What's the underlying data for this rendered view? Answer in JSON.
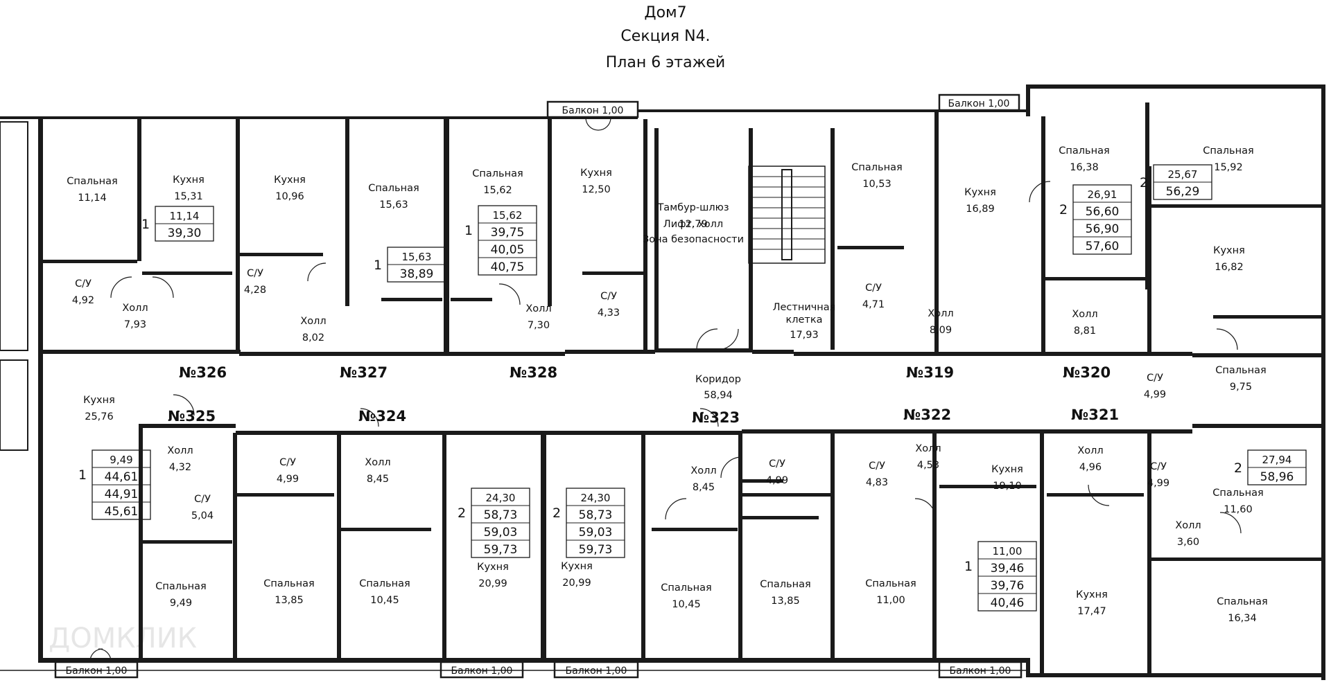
{
  "header": {
    "house": "Дом7",
    "section": "Секция N4.",
    "plan": "План 6 этажей"
  },
  "corridor": {
    "name": "Коридор",
    "area": "58,94"
  },
  "watermark": "ДОМКЛИК",
  "rooms": [
    {
      "name": "Спальная",
      "area": "11,14"
    },
    {
      "name": "Кухня",
      "area": "15,31"
    },
    {
      "name": "С/У",
      "area": "4,92"
    },
    {
      "name": "Холл",
      "area": "7,93"
    },
    {
      "name": "Кухня",
      "area": "10,96"
    },
    {
      "name": "С/У",
      "area": "4,28"
    },
    {
      "name": "Холл",
      "area": "8,02"
    },
    {
      "name": "Спальная",
      "area": "15,63"
    },
    {
      "name": "Спальная",
      "area": "15,62"
    },
    {
      "name": "Холл",
      "area": "7,30"
    },
    {
      "name": "Кухня",
      "area": "12,50"
    },
    {
      "name": "С/У",
      "area": "4,33"
    },
    {
      "name": "Тамбур-шлюз",
      "area": "12,79"
    },
    {
      "name": "Лестничная клетка",
      "area": "17,93"
    },
    {
      "name": "Спальная",
      "area": "10,53"
    },
    {
      "name": "С/У",
      "area": "4,71"
    },
    {
      "name": "Кухня",
      "area": "16,89"
    },
    {
      "name": "Холл",
      "area": "8,09"
    },
    {
      "name": "Спальная",
      "area": "16,38"
    },
    {
      "name": "Холл",
      "area": "8,81"
    },
    {
      "name": "Спальная",
      "area": "15,92"
    },
    {
      "name": "Кухня",
      "area": "16,82"
    },
    {
      "name": "С/У",
      "area": "4,99"
    },
    {
      "name": "Спальная",
      "area": "9,75"
    },
    {
      "name": "Кухня",
      "area": "25,76"
    },
    {
      "name": "Холл",
      "area": "4,32"
    },
    {
      "name": "С/У",
      "area": "5,04"
    },
    {
      "name": "Спальная",
      "area": "9,49"
    },
    {
      "name": "С/У",
      "area": "4,99"
    },
    {
      "name": "Холл",
      "area": "8,45"
    },
    {
      "name": "Спальная",
      "area": "13,85"
    },
    {
      "name": "Спальная",
      "area": "10,45"
    },
    {
      "name": "Кухня",
      "area": "20,99"
    },
    {
      "name": "Кухня",
      "area": "20,99"
    },
    {
      "name": "Холл",
      "area": "8,45"
    },
    {
      "name": "С/У",
      "area": "4,99"
    },
    {
      "name": "Спальная",
      "area": "10,45"
    },
    {
      "name": "Спальная",
      "area": "13,85"
    },
    {
      "name": "С/У",
      "area": "4,83"
    },
    {
      "name": "Холл",
      "area": "4,53"
    },
    {
      "name": "Спальная",
      "area": "11,00"
    },
    {
      "name": "Кухня",
      "area": "19,10"
    },
    {
      "name": "Холл",
      "area": "4,96"
    },
    {
      "name": "С/У",
      "area": "4,99"
    },
    {
      "name": "Холл",
      "area": "3,60"
    },
    {
      "name": "Спальная",
      "area": "11,60"
    },
    {
      "name": "Кухня",
      "area": "17,47"
    },
    {
      "name": "Спальная",
      "area": "16,34"
    }
  ],
  "lobby_lines": [
    "Лифт. холл",
    "Зона безопасности"
  ],
  "apartments": [
    "№326",
    "№327",
    "№328",
    "№319",
    "№320",
    "№325",
    "№324",
    "№323",
    "№322",
    "№321"
  ],
  "balcony_label": "Балкон 1,00",
  "summaries": [
    {
      "rooms": "1",
      "values": [
        "11,14",
        "39,30"
      ]
    },
    {
      "rooms": "1",
      "values": [
        "15,63",
        "38,89"
      ]
    },
    {
      "rooms": "1",
      "values": [
        "15,62",
        "39,75",
        "40,05",
        "40,75"
      ]
    },
    {
      "rooms": "2",
      "values": [
        "26,91",
        "56,60",
        "56,90",
        "57,60"
      ]
    },
    {
      "rooms": "2",
      "values": [
        "25,67",
        "56,29"
      ]
    },
    {
      "rooms": "1",
      "values": [
        "9,49",
        "44,61",
        "44,91",
        "45,61"
      ]
    },
    {
      "rooms": "2",
      "values": [
        "24,30",
        "58,73",
        "59,03",
        "59,73"
      ]
    },
    {
      "rooms": "2",
      "values": [
        "24,30",
        "58,73",
        "59,03",
        "59,73"
      ]
    },
    {
      "rooms": "1",
      "values": [
        "11,00",
        "39,46",
        "39,76",
        "40,46"
      ]
    },
    {
      "rooms": "2",
      "values": [
        "27,94",
        "58,96"
      ]
    }
  ]
}
